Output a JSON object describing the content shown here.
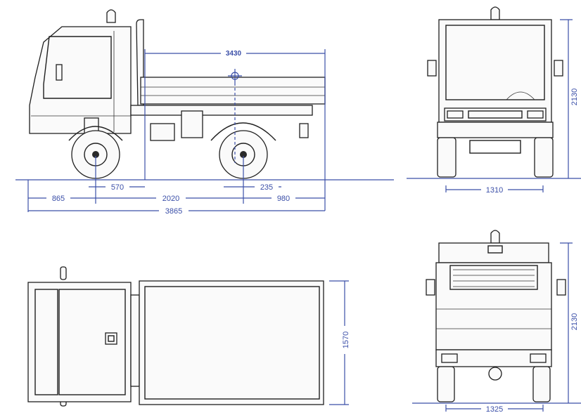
{
  "dimensions": {
    "body_length": "3430",
    "front_overhang": "865",
    "wheelbase": "2020",
    "rear_overhang": "980",
    "total_length": "3865",
    "cab_to_body_gap": "570",
    "rear_axle_offset": "235",
    "front_track": "1310",
    "front_height": "2130",
    "body_width": "1570",
    "rear_height": "2130",
    "rear_track": "1325"
  },
  "colors": {
    "dimension_line": "#3b4fa8",
    "drawing_line": "#1f1f1f"
  }
}
